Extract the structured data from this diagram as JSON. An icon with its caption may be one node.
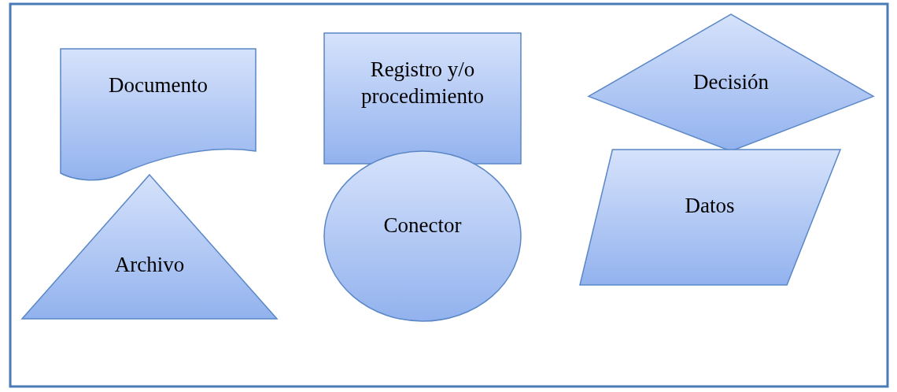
{
  "diagram": {
    "nodes": [
      {
        "text": [
          "Documento"
        ]
      },
      {
        "text": [
          "Archivo"
        ]
      },
      {
        "text": [
          "Registro y/o procedimiento"
        ]
      },
      {
        "text": [
          "Conector"
        ]
      },
      {
        "text": [
          "Decisión"
        ]
      },
      {
        "text": [
          "Datos"
        ]
      }
    ]
  }
}
